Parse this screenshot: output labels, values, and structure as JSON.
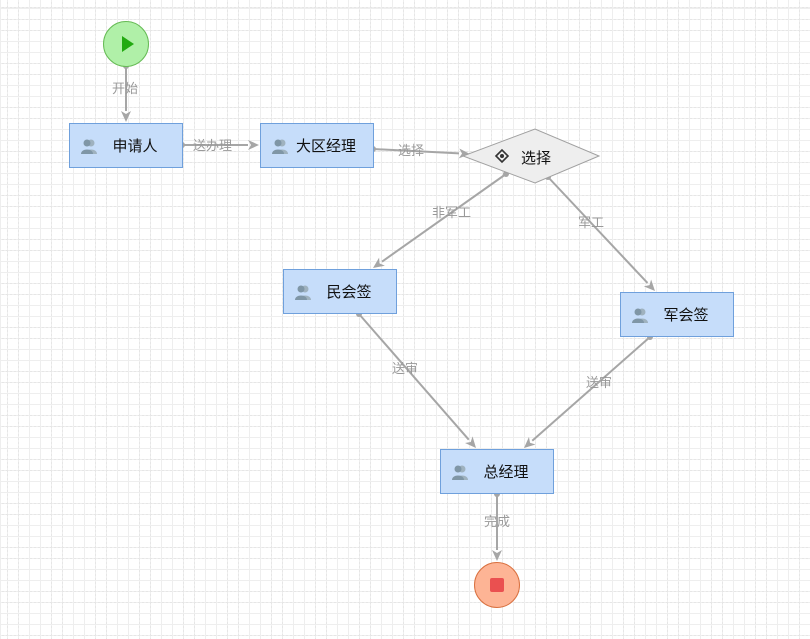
{
  "diagram": {
    "start_event": {
      "name": "start",
      "icon": "play-icon",
      "fill": "#b0f0a8",
      "stroke": "#66bb55",
      "glyph_color": "#22aa11"
    },
    "end_event": {
      "name": "end",
      "icon": "stop-icon",
      "fill": "#fdb495",
      "stroke": "#d9703f",
      "glyph_color": "#ea5050"
    },
    "tasks": [
      {
        "id": "applicant",
        "label": "申请人",
        "icon": "users-icon"
      },
      {
        "id": "regional-manager",
        "label": "大区经理",
        "icon": "users-icon"
      },
      {
        "id": "civil-countersign",
        "label": "民会签",
        "icon": "users-icon"
      },
      {
        "id": "military-countersign",
        "label": "军会签",
        "icon": "users-icon"
      },
      {
        "id": "general-manager",
        "label": "总经理",
        "icon": "users-icon"
      }
    ],
    "gateway": {
      "id": "choice",
      "label": "选择",
      "icon": "gateway-icon",
      "fill": "#eeeeee",
      "stroke": "#a0a0a0"
    },
    "edges": [
      {
        "from": "start",
        "to": "applicant",
        "label": "开始"
      },
      {
        "from": "applicant",
        "to": "regional-manager",
        "label": "送办理"
      },
      {
        "from": "regional-manager",
        "to": "choice",
        "label": "选择"
      },
      {
        "from": "choice",
        "to": "civil-countersign",
        "label": "非军工"
      },
      {
        "from": "choice",
        "to": "military-countersign",
        "label": "军工"
      },
      {
        "from": "civil-countersign",
        "to": "general-manager",
        "label": "送审"
      },
      {
        "from": "military-countersign",
        "to": "general-manager",
        "label": "送审"
      },
      {
        "from": "general-manager",
        "to": "end",
        "label": "完成"
      }
    ],
    "colors": {
      "task_fill": "#c6ddfa",
      "task_border": "#6fa0dc",
      "edge": "#a6a6a6",
      "edge_label": "#999999"
    }
  }
}
